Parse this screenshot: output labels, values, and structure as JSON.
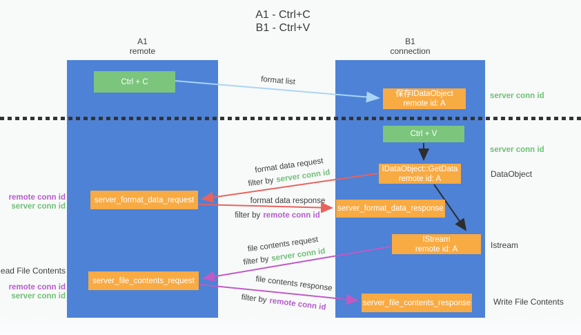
{
  "title": {
    "line1": "A1 - Ctrl+C",
    "line2": "B1 - Ctrl+V"
  },
  "lanes": {
    "a": {
      "id": "A1",
      "role": "remote"
    },
    "b": {
      "id": "B1",
      "role": "connection"
    }
  },
  "nodes": {
    "ctrl_c": {
      "label": "Ctrl + C"
    },
    "ctrl_v": {
      "label": "Ctrl + V"
    },
    "save_dataobject": {
      "line1": "保存IDataObject",
      "line2": "remote id: A"
    },
    "getdata": {
      "line1": "IDataObject::GetData",
      "line2": "remote id: A"
    },
    "istream": {
      "line1": "IStream",
      "line2": "remote id: A"
    },
    "server_format_data_request": {
      "label": "server_format_data_request"
    },
    "server_format_data_response": {
      "label": "server_format_data_response"
    },
    "server_file_contents_request": {
      "label": "server_file_contents_request"
    },
    "server_file_contents_response": {
      "label": "server_file_contents_response"
    }
  },
  "flow_labels": {
    "format_list": "format list",
    "format_data_request": "format data request",
    "format_data_response": "format data response",
    "file_contents_request": "file contents request",
    "file_contents_response": "file contents response",
    "filter_by": "filter by",
    "server_conn_id": "server conn id",
    "remote_conn_id": "remote conn id"
  },
  "side_labels": {
    "right_server_conn_id_top": "server conn id",
    "right_server_conn_id_mid": "server conn id",
    "right_dataobject": "DataObject",
    "right_istream": "Istream",
    "right_write_file_contents": "Write File Contents",
    "left_remote_conn_id_top": "remote conn id",
    "left_server_conn_id_top": "server conn id",
    "left_read_file_contents": "Read File Contents",
    "left_remote_conn_id_bottom": "remote conn id",
    "left_server_conn_id_bottom": "server conn id"
  },
  "colors": {
    "lane_blue": "#4d82d6",
    "node_orange": "#f8aa43",
    "node_green": "#7bc57d",
    "arrow_red": "#e8635c",
    "arrow_magenta": "#c05ac5",
    "arrow_light_blue": "#a9d5f3",
    "arrow_black": "#2d2d2d",
    "label_green": "#6fc077",
    "label_purple": "#b35ec9",
    "text_dark": "#3d3d3d",
    "background": "#f8f9f9"
  }
}
